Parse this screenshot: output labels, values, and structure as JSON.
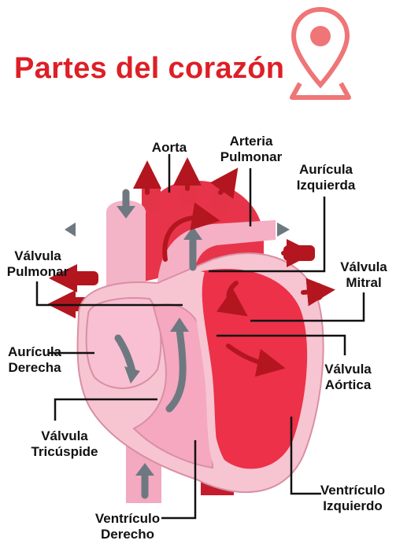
{
  "title": "Partes del corazón",
  "icons": {
    "pin": "location-pin-icon"
  },
  "colors": {
    "title": "#dd1f26",
    "pin": "#ef7577",
    "heart_pink": "#f6b7c8",
    "heart_red": "#e8243a",
    "dark_red": "#b3161f",
    "arrow_gray": "#6e7880"
  },
  "labels": {
    "aorta": "Aorta",
    "arteria_pulmonar": "Arteria\nPulmonar",
    "auricula_izquierda": "Aurícula\nIzquierda",
    "valvula_pulmonar": "Válvula\nPulmonar",
    "valvula_mitral": "Válvula\nMitral",
    "auricula_derecha": "Aurícula\nDerecha",
    "valvula_aortica": "Válvula\nAórtica",
    "valvula_tricuspide": "Válvula\nTricúspide",
    "ventriculo_izquierdo": "Ventrículo\nIzquierdo",
    "ventriculo_derecho": "Ventrículo\nDerecho"
  }
}
